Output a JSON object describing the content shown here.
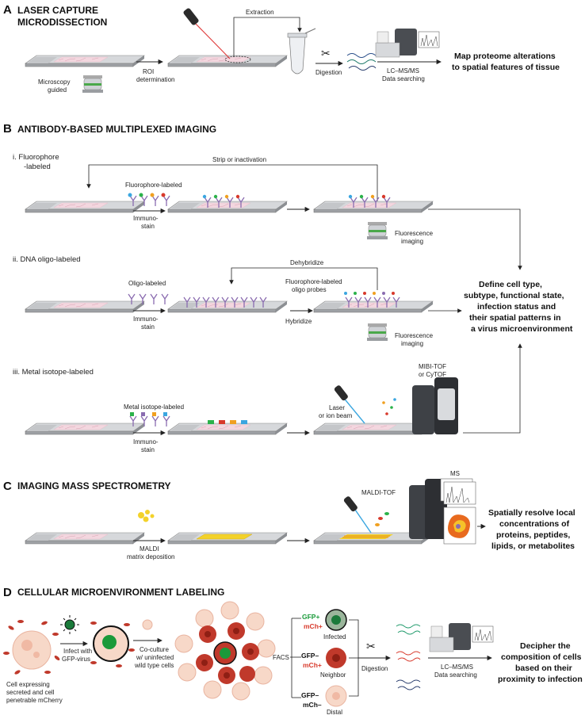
{
  "sectionA": {
    "letter": "A",
    "title_line1": "LASER CAPTURE",
    "title_line2": "MICRODISSECTION",
    "microscopy_line1": "Microscopy",
    "microscopy_line2": "guided",
    "roi_line1": "ROI",
    "roi_line2": "determination",
    "extraction": "Extraction",
    "digestion": "Digestion",
    "lcms_line1": "LC–MS/MS",
    "lcms_line2": "Data searching",
    "result_line1": "Map proteome alterations",
    "result_line2": "to spatial features of tissue"
  },
  "sectionB": {
    "letter": "B",
    "title": "ANTIBODY-BASED MULTIPLEXED IMAGING",
    "i_line1": "i. Fluorophore",
    "i_line2": "-labeled",
    "strip": "Strip or inactivation",
    "fluor_labeled": "Fluorophore-labeled",
    "immuno1": "Immuno-",
    "stain1": "stain",
    "fluor_img1_line1": "Fluorescence",
    "fluor_img1_line2": "imaging",
    "ii_title": "ii. DNA oligo-labeled",
    "dehybridize": "Dehybridize",
    "oligo_labeled": "Oligo-labeled",
    "fluor_probe_line1": "Fluorophore-labeled",
    "fluor_probe_line2": "oligo probes",
    "hybridize": "Hybridize",
    "immuno2": "Immuno-",
    "stain2": "stain",
    "fluor_img2_line1": "Fluorescence",
    "fluor_img2_line2": "imaging",
    "result_lines": [
      "Define cell type,",
      "subtype, functional state,",
      "infection status and",
      "their spatial patterns in",
      "a virus microenvironment"
    ],
    "iii_title": "iii. Metal isotope-labeled",
    "metal_labeled": "Metal isotope-labeled",
    "immuno3": "Immuno-",
    "stain3": "stain",
    "laser_line1": "Laser",
    "laser_line2": "or ion beam",
    "mibi_line1": "MIBI-TOF",
    "mibi_line2": "or CyTOF"
  },
  "sectionC": {
    "letter": "C",
    "title": "IMAGING MASS SPECTROMETRY",
    "maldi_line1": "MALDI",
    "maldi_line2": "matrix deposition",
    "maldi_tof": "MALDI-TOF",
    "ms": "MS",
    "result_lines": [
      "Spatially resolve local",
      "concentrations of",
      "proteins, peptides,",
      "lipids, or metabolites"
    ]
  },
  "sectionD": {
    "letter": "D",
    "title": "CELLULAR MICROENVIRONMENT LABELING",
    "cell_lines": [
      "Cell expressing",
      "secreted and cell",
      "penetrable mCherry"
    ],
    "infect_line1": "Infect with",
    "infect_line2": "GFP-virus",
    "coculture_lines": [
      "Co-culture",
      "w/ uninfected",
      "wild type cells"
    ],
    "facs": "FACS",
    "gfp_pos": "GFP+",
    "mch_pos": "mCh+",
    "infected": "Infected",
    "gfp_neg1": "GFP–",
    "mch_pos2": "mCh+",
    "neighbor": "Neighbor",
    "gfp_neg2": "GFP–",
    "mch_neg": "mCh–",
    "distal": "Distal",
    "digestion": "Digestion",
    "lcms_line1": "LC–MS/MS",
    "lcms_line2": "Data searching",
    "result_lines": [
      "Decipher the",
      "composition of cells",
      "based on their",
      "proximity to infection"
    ]
  },
  "colors": {
    "slide": "#b9bcc0",
    "tissue": "#f3d7df",
    "green": "#1a9a3a",
    "red": "#d8392b",
    "laser_red": "#e04040",
    "laser_blue": "#3aa6e0",
    "matrix_yellow": "#f3d22a"
  }
}
